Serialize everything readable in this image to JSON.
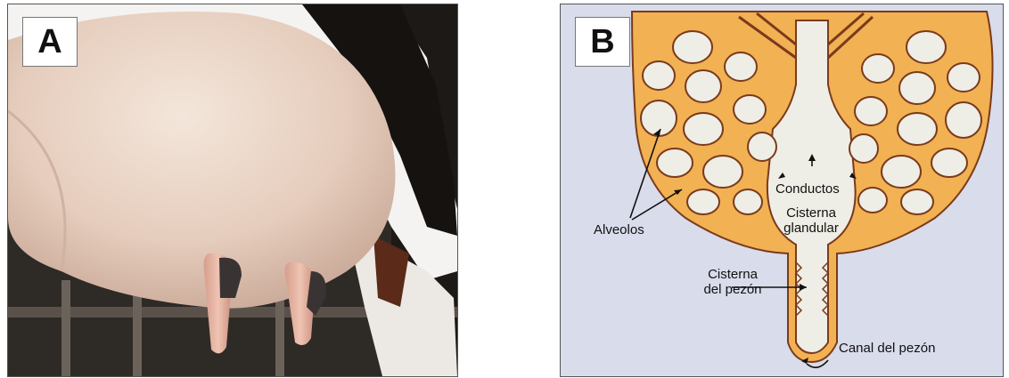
{
  "panel_a": {
    "letter": "A"
  },
  "panel_b": {
    "letter": "B",
    "labels": {
      "alveolos": "Alveolos",
      "conductos": "Conductos",
      "cisterna_glandular_1": "Cisterna",
      "cisterna_glandular_2": "glandular",
      "cisterna_pezon_1": "Cisterna",
      "cisterna_pezon_2": "del pezón",
      "canal_pezon": "Canal del pezón"
    },
    "colors": {
      "tissue": "#f2b152",
      "lumen": "#eeeee6",
      "outline": "#7a3a1c"
    }
  }
}
